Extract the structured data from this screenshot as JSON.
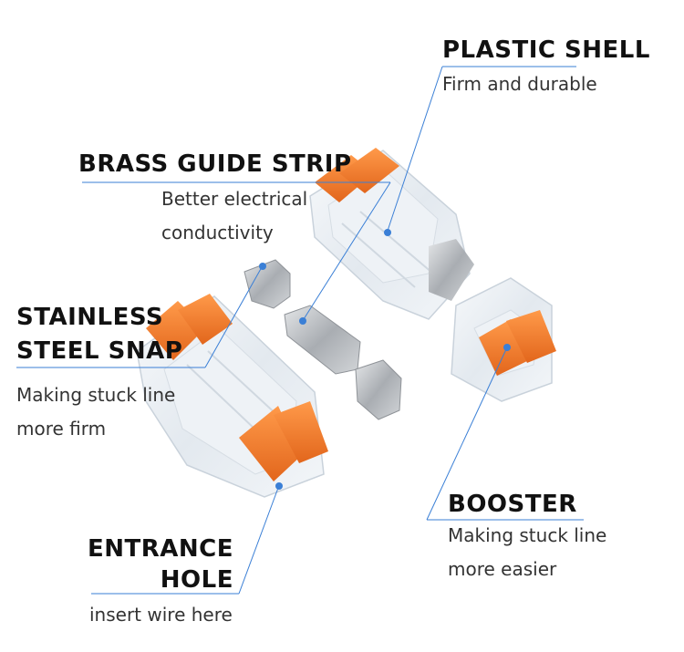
{
  "callouts": {
    "plastic_shell": {
      "title": "PLASTIC SHELL",
      "desc": "Firm and durable"
    },
    "brass_guide_strip": {
      "title": "BRASS GUIDE STRIP",
      "desc_line1": "Better electrical",
      "desc_line2": "conductivity"
    },
    "stainless_steel_snap": {
      "title_line1": "STAINLESS",
      "title_line2": "STEEL SNAP",
      "desc_line1": "Making stuck line",
      "desc_line2": "more firm"
    },
    "booster": {
      "title": "BOOSTER",
      "desc_line1": "Making stuck line",
      "desc_line2": "more easier"
    },
    "entrance_hole": {
      "title_line1": "ENTRANCE",
      "title_line2": "HOLE",
      "desc": "insert wire here"
    }
  },
  "colors": {
    "leader_line": "#3a7fd6",
    "lever_orange": "#f07a2a",
    "clear_plastic": "#e9eef3",
    "metal": "#b9bcc0"
  }
}
